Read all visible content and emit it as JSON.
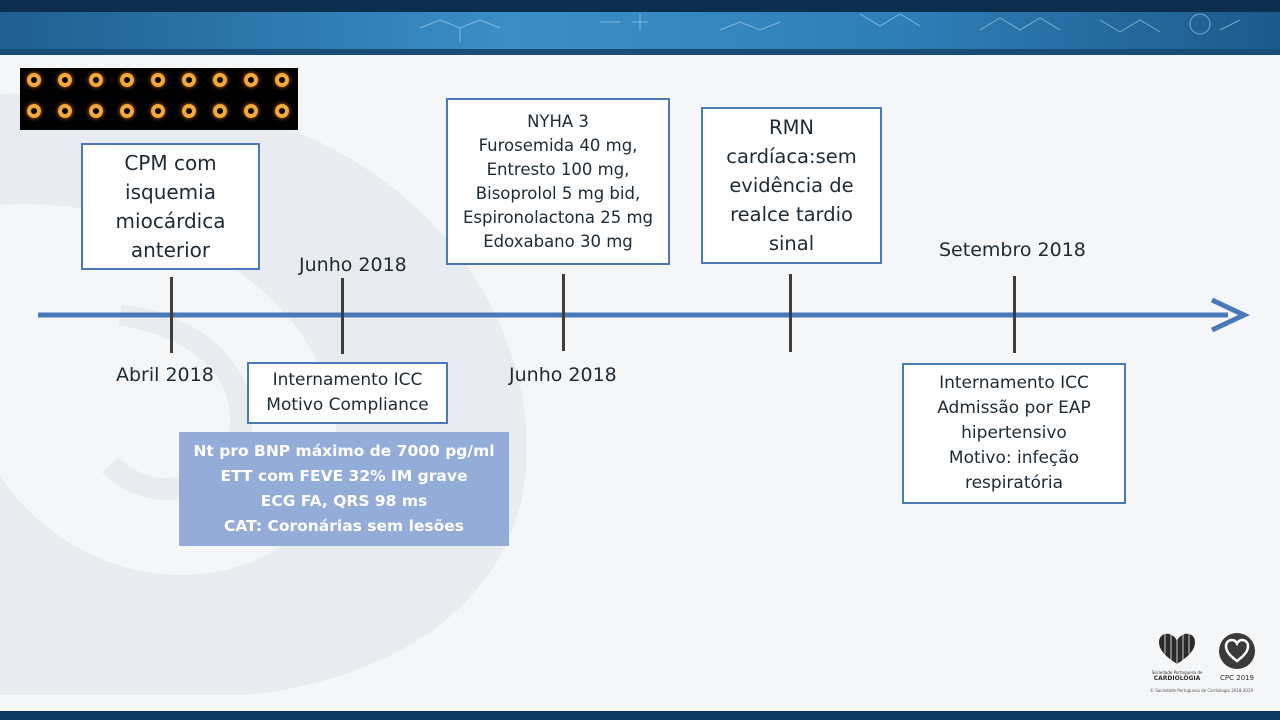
{
  "boxes": {
    "cpm": [
      "CPM com",
      "isquemia",
      "miocárdica",
      "anterior"
    ],
    "nyha": [
      "NYHA 3",
      "Furosemida 40 mg,",
      "Entresto 100 mg,",
      "Bisoprolol 5 mg bid,",
      "Espironolactona 25 mg",
      "Edoxabano 30 mg"
    ],
    "rmn": [
      "RMN",
      "cardíaca:sem",
      "evidência de",
      "realce tardio",
      "sinal"
    ],
    "icc1": [
      "Internamento ICC",
      "Motivo Compliance"
    ],
    "icc2": [
      "Internamento ICC",
      "Admissão por EAP",
      "hipertensivo",
      "Motivo: infeção",
      "respiratória"
    ]
  },
  "info_box": [
    "Nt pro BNP máximo de 7000 pg/ml",
    "ETT com FEVE 32% IM grave",
    "ECG FA, QRS 98 ms",
    "CAT: Coronárias sem lesões"
  ],
  "dates": {
    "abril": "Abril 2018",
    "junho_top": "Junho 2018",
    "junho_bottom": "Junho 2018",
    "setembro": "Setembro 2018"
  },
  "logos": {
    "spc_line1": "Sociedade Portuguesa de",
    "spc_line2": "CARDIOLOGIA",
    "cpc": "CPC 2019",
    "copyright": "© Sociedade Portuguesa de Cardiologia 2018-2019"
  },
  "colors": {
    "timeline": "#4a78b9",
    "box_border": "#4a78b9",
    "info_fill": "#93acd8",
    "banner": "#2f7fb7"
  }
}
